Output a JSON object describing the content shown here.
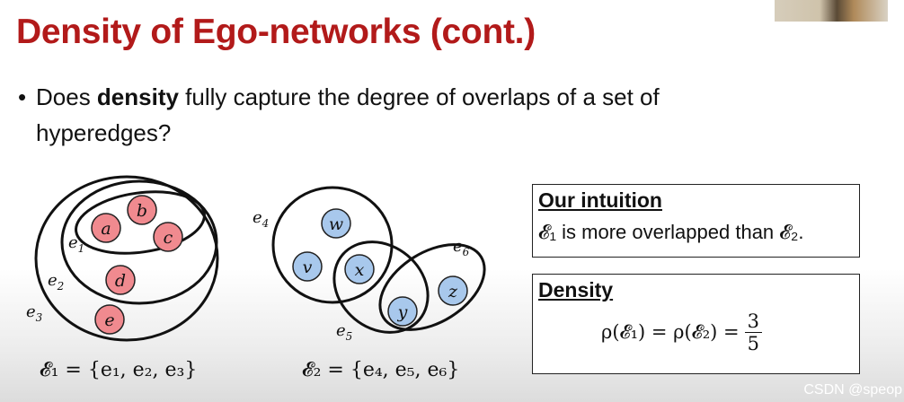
{
  "slide": {
    "title": "Density of Ego-networks (cont.)",
    "bullet": {
      "prefix": "Does ",
      "bold": "density",
      "suffix_line1": " fully capture the degree of overlaps of a set of",
      "line2": "hyperedges?"
    }
  },
  "figure_left": {
    "nodes": [
      "a",
      "b",
      "c",
      "d",
      "e"
    ],
    "edge_labels": [
      "e1",
      "e2",
      "e3"
    ],
    "caption": "𝓔₁ = {e₁, e₂, e₃}"
  },
  "figure_right": {
    "nodes": [
      "w",
      "v",
      "x",
      "y",
      "z"
    ],
    "edge_labels": [
      "e4",
      "e5",
      "e6"
    ],
    "caption": "𝓔₂ = {e₄, e₅, e₆}"
  },
  "intuition_box": {
    "heading": "Our intuition",
    "text": "𝓔₁ is more overlapped than 𝓔₂."
  },
  "density_box": {
    "heading": "Density",
    "formula_left": "ρ(𝓔₁) = ρ(𝓔₂) =",
    "fraction_numerator": "3",
    "fraction_denominator": "5"
  },
  "watermark": "CSDN @speop",
  "colors": {
    "title": "#b21a1a",
    "pink_node": "#f08a8f",
    "blue_node": "#a8c8ec"
  }
}
